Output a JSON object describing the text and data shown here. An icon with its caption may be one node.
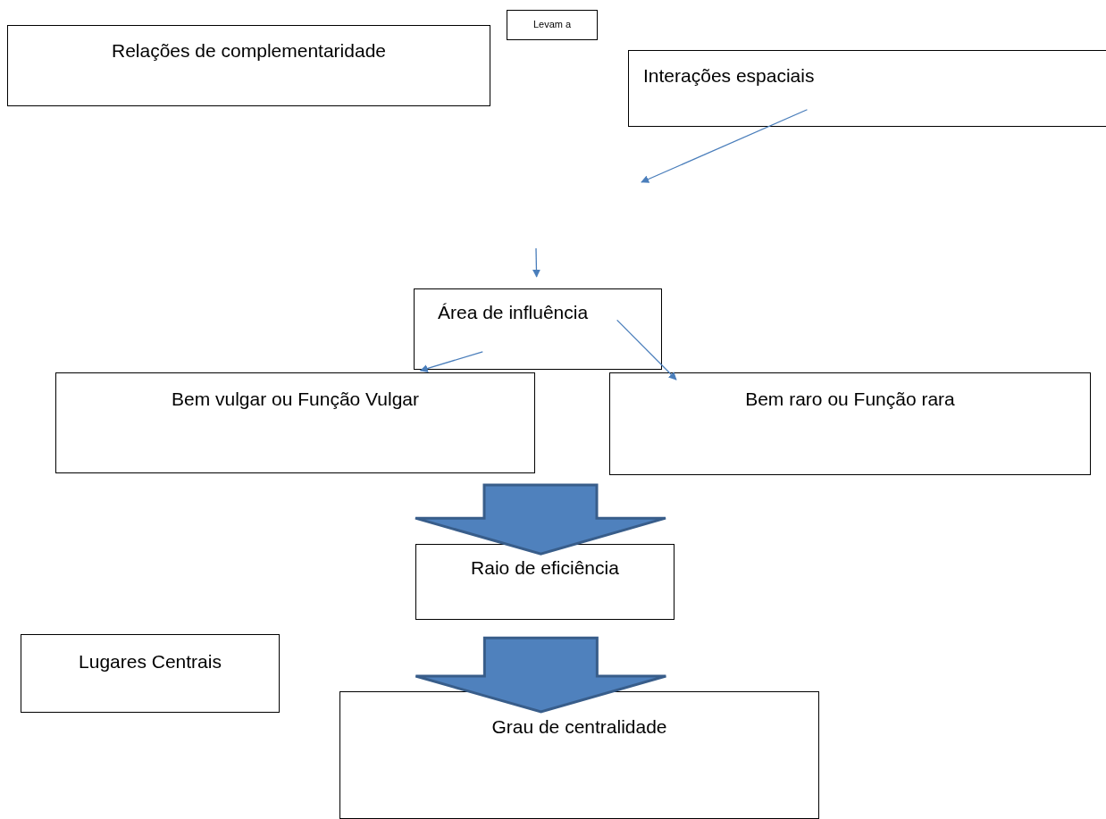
{
  "diagram": {
    "nodes": [
      {
        "text": [
          "Relações de complementaridade"
        ]
      },
      {
        "text": [
          "Levam a"
        ]
      },
      {
        "text": [
          "Interações espaciais"
        ]
      },
      {
        "text": [
          "Área de influência"
        ]
      },
      {
        "text": [
          "Bem vulgar ou Função Vulgar"
        ]
      },
      {
        "text": [
          "Bem raro ou Função rara"
        ]
      },
      {
        "text": [
          "Raio de eficiência"
        ]
      },
      {
        "text": [
          "Lugares Centrais"
        ]
      },
      {
        "text": [
          "Grau de centralidade"
        ]
      }
    ],
    "edges": [
      {
        "from": 2,
        "to": null,
        "arrow": "to"
      },
      {
        "from": null,
        "to": 3,
        "arrow": "to"
      },
      {
        "from": 3,
        "to": 4,
        "arrow": "to"
      },
      {
        "from": 3,
        "to": 5,
        "arrow": "to"
      },
      {
        "from": null,
        "to": 6,
        "arrow": "to",
        "style": "thick"
      },
      {
        "from": 6,
        "to": 8,
        "arrow": "to",
        "style": "thick"
      }
    ]
  }
}
